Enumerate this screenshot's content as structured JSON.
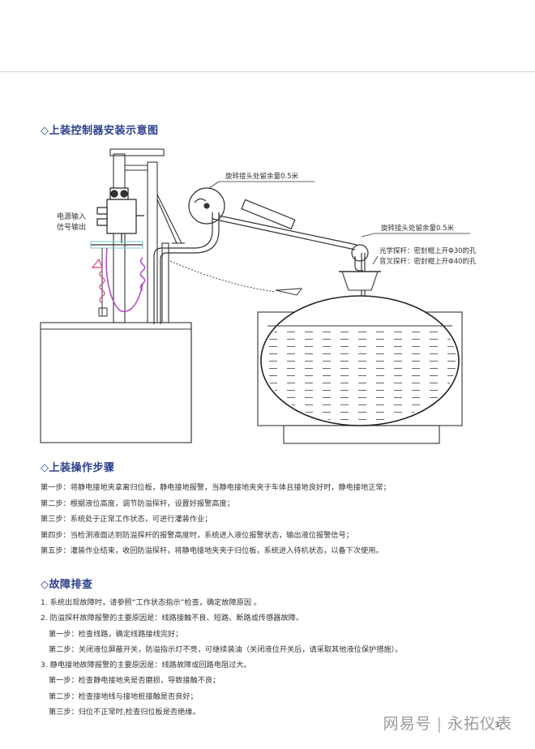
{
  "sections": {
    "install_title": "◇上装控制器安装示意图",
    "steps_title": "◇上装操作步骤",
    "fault_title": "◇故障排查"
  },
  "diagram": {
    "label_power_in": "电源输入",
    "label_signal_out": "信号输出",
    "label_swivel_top": "旋转接头处留余量0.5米",
    "label_swivel_right": "旋转接头处留余量0.5米",
    "label_optical_probe": "光学探杆：密封帽上开Φ30的孔",
    "label_tuning_probe": "音叉探杆：密封帽上开Φ40的孔"
  },
  "steps": [
    "第一步：将静电接地夹拿离归位板，静电接地报警，当静电接地夹夹于车体且接地良好时，静电接地正常；",
    "第二步：根据液位高度，调节防溢探杆，设置好报警高度；",
    "第三步：系统处于正常工作状态，可进行灌装作业；",
    "第四步：当检测液面达到防溢探杆的报警高度时，系统进入液位报警状态，输出液位报警信号；",
    "第五步：灌装作业结束，收回防溢探杆，将静电接地夹夹于归位板，系统进入待机状态，以备下次使用。"
  ],
  "faults": [
    "1. 系统出现故障时，请参照“工作状态指示”检查，确定故障原因 。",
    "2. 防溢探杆故障报警的主要原因是：线路接触不良、短路、断路或传感器故障。",
    "第一步：检查线路，确定线路接线完好；",
    "第二步：关闭液位屏蔽开关，防溢指示灯不亮，可继续装油（关闭液位开关后，请采取其他液位保护措施）。",
    "3. 静电接地故障报警的主要原因是：线路故障或回路电阻过大。",
    "第一步：检查静电接地夹是否磨损，导致接触不良；",
    "第二步：检查接地线与接地桩接触是否良好；",
    "第三步：归位不正常时,检查归位板是否绝缘。"
  ],
  "footer": {
    "watermark_left": "网易号",
    "watermark_right": "永拓仪表",
    "page_number": "3"
  },
  "colors": {
    "title_blue": "#2b3f8c",
    "hose_purple": "#b04fc8",
    "accent_pink": "#e0569a",
    "line": "#333333"
  }
}
